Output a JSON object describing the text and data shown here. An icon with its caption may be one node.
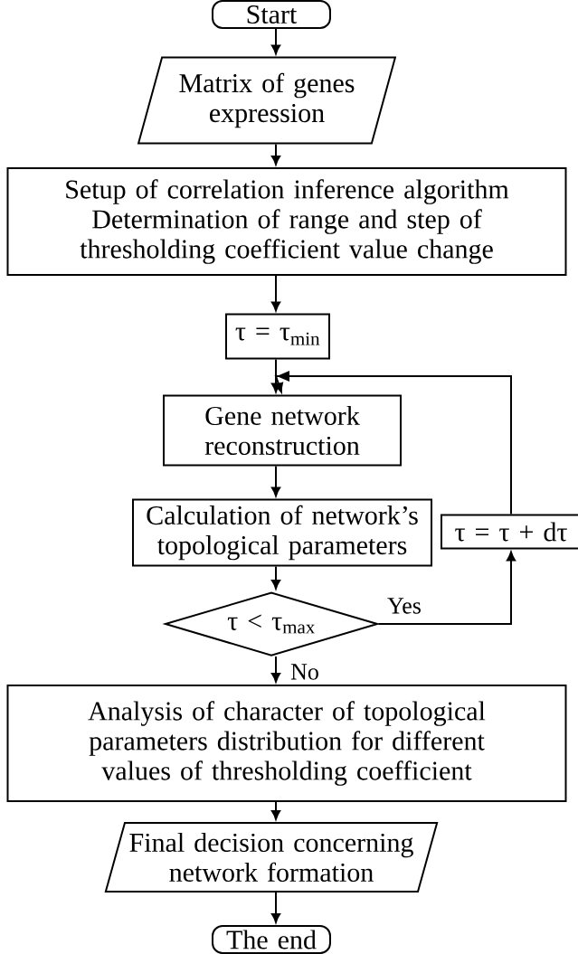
{
  "diagram": {
    "nodes": [
      {
        "text": [
          "Start"
        ]
      },
      {
        "text": [
          "Matrix of genes expression"
        ]
      },
      {
        "text": [
          "Setup of correlation inference algorithm",
          "Determination of range and step of thresholding coefficient value change"
        ]
      },
      {
        "text": [
          "τ = τ$_{min}$"
        ]
      },
      {
        "text": [
          "Gene network reconstruction"
        ]
      },
      {
        "text": [
          "Calculation of network’s topological parameters"
        ]
      },
      {
        "text": [
          "τ < τ$_{max}$"
        ]
      },
      {
        "text": [
          "τ = τ + dτ"
        ]
      },
      {
        "text": [
          "Analysis of character of topological parameters distribution for different values of thresholding coefficient"
        ]
      },
      {
        "text": [
          "Final decision concerning network formation"
        ]
      },
      {
        "text": [
          "The end"
        ]
      }
    ],
    "edges": [
      {
        "from": 0,
        "to": 1,
        "arrow": "to"
      },
      {
        "from": 1,
        "to": 2,
        "arrow": "to"
      },
      {
        "from": 2,
        "to": 3,
        "arrow": "to"
      },
      {
        "from": 3,
        "to": 4,
        "arrow": "to"
      },
      {
        "from": 4,
        "to": 5,
        "arrow": "to"
      },
      {
        "from": 5,
        "to": 6,
        "arrow": "to"
      },
      {
        "from": 6,
        "to": 7,
        "arrow": "to",
        "label": "Yes"
      },
      {
        "from": 7,
        "to": 4,
        "arrow": "to"
      },
      {
        "from": 6,
        "to": 8,
        "arrow": "to",
        "label": "No"
      },
      {
        "from": 8,
        "to": 9,
        "arrow": "to"
      },
      {
        "from": 9,
        "to": 10,
        "arrow": "to"
      }
    ]
  }
}
